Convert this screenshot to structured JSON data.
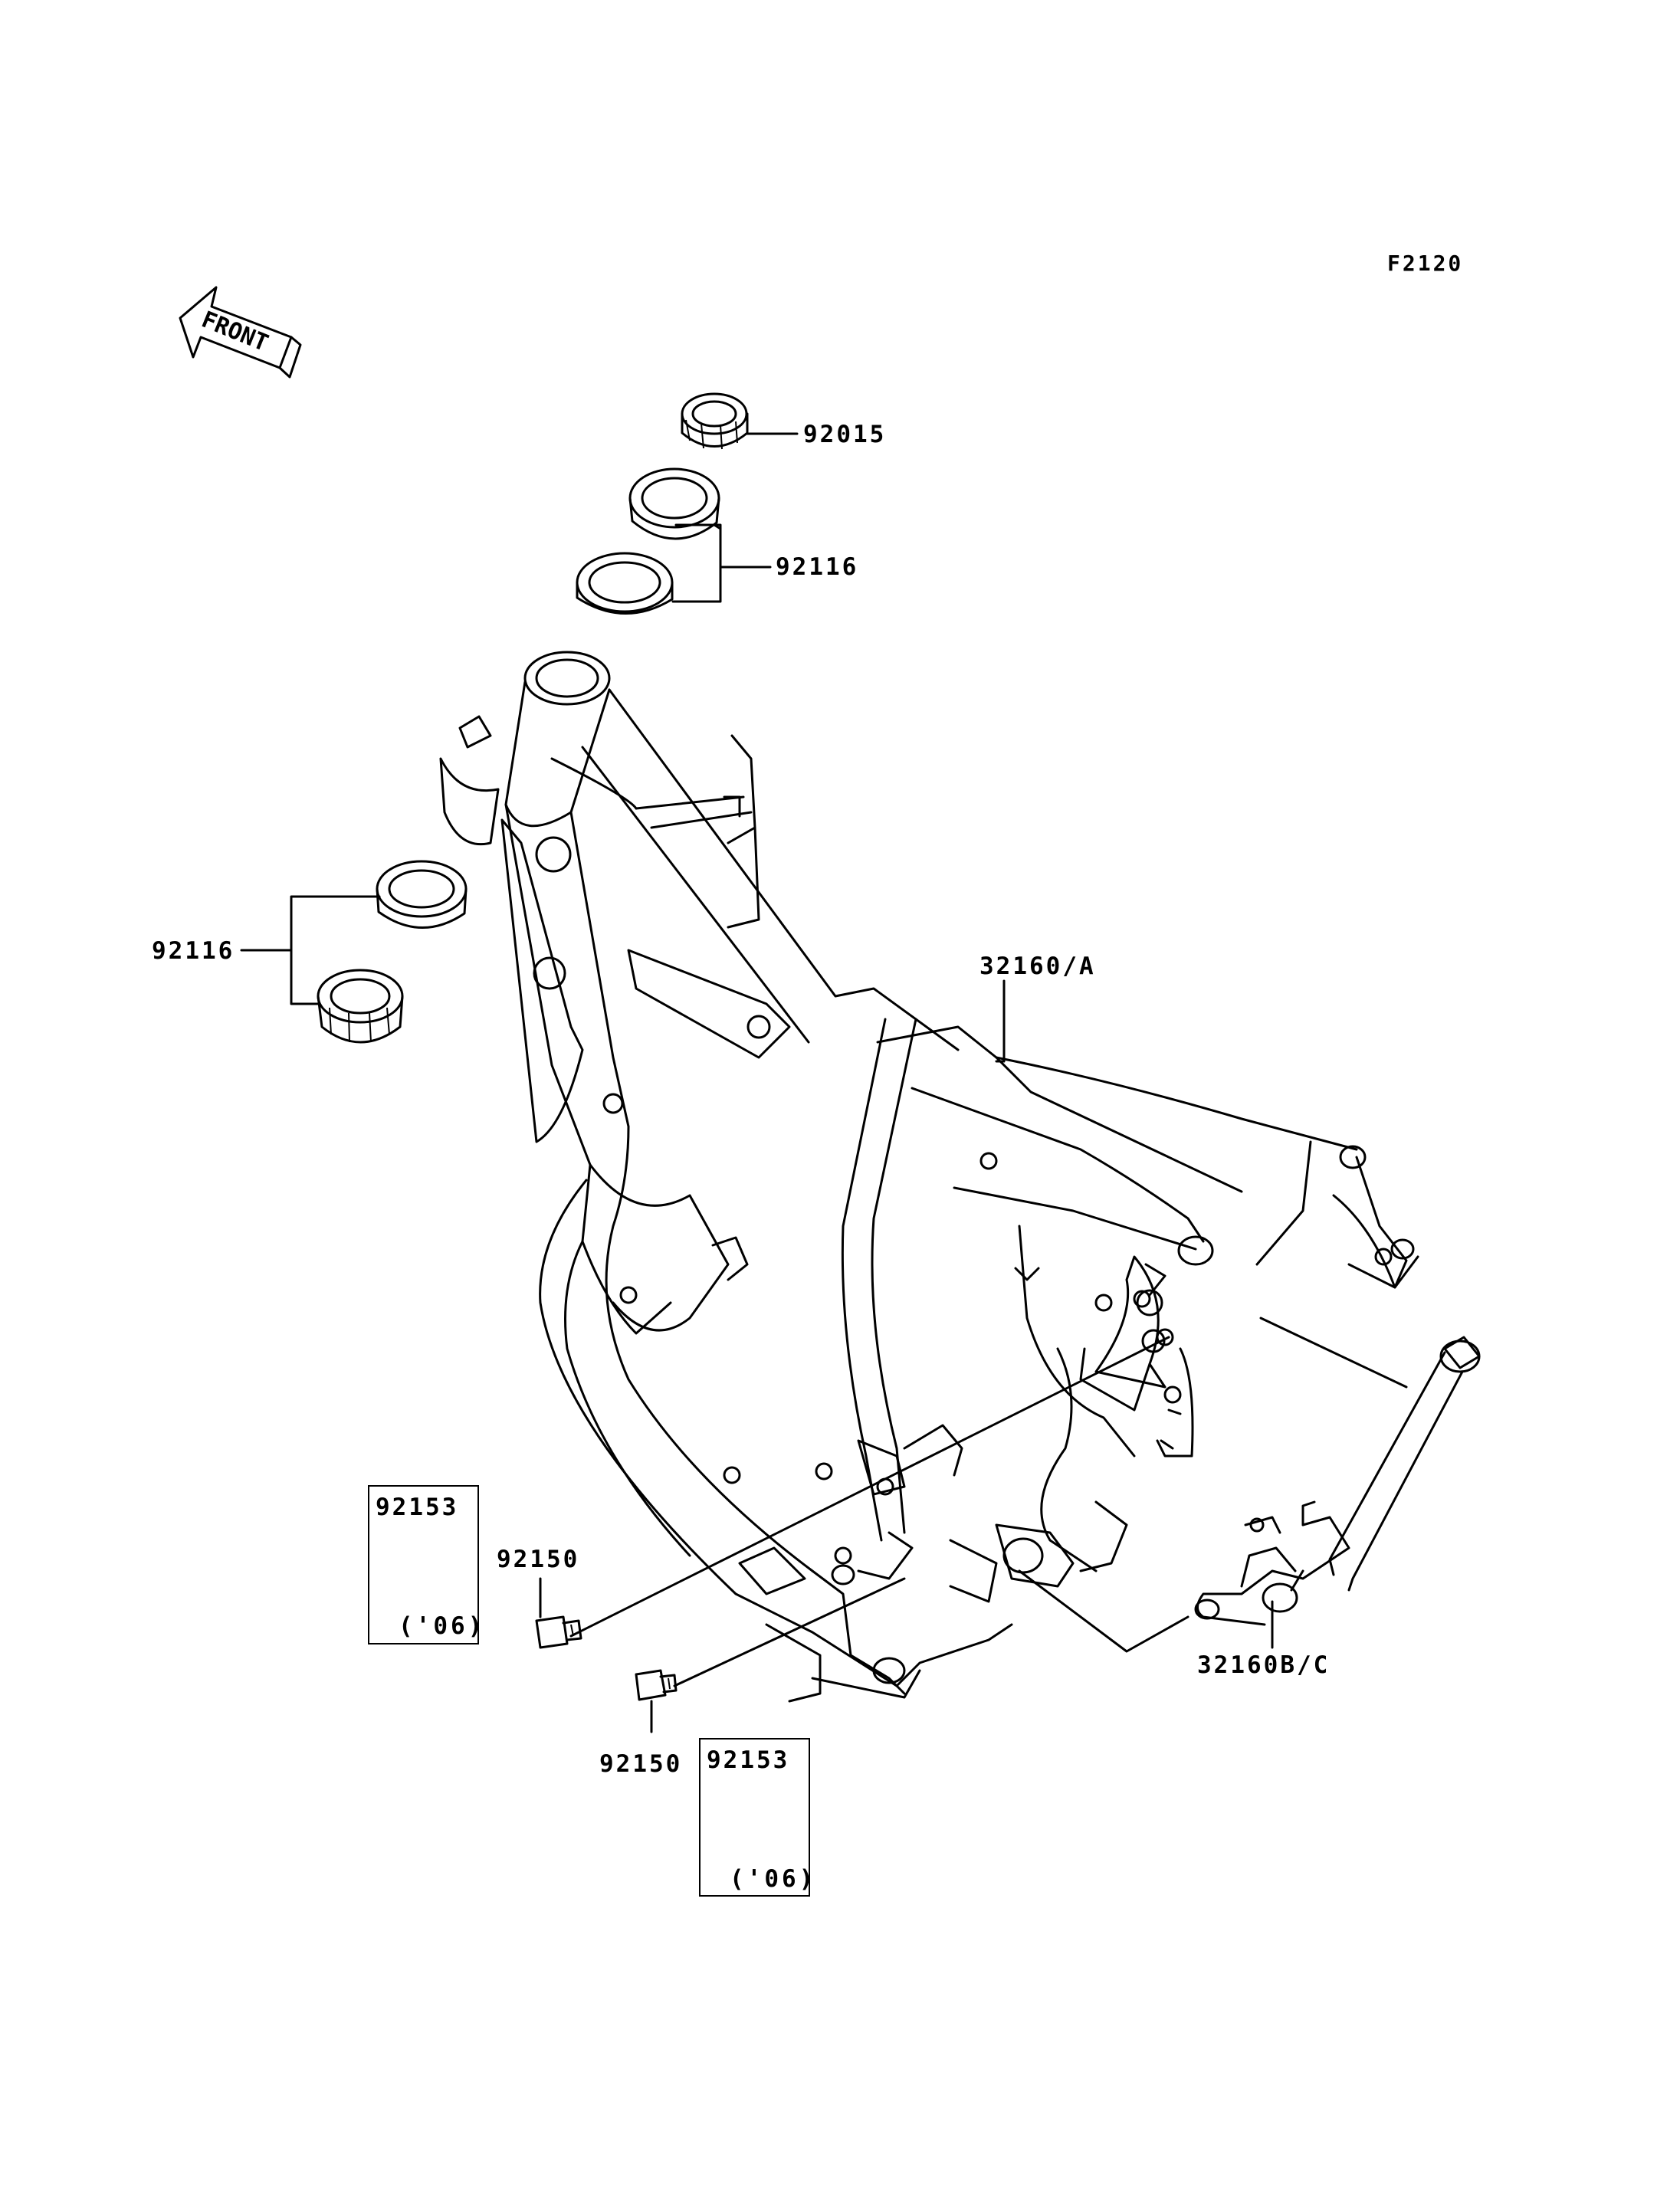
{
  "figure_code": "F2120",
  "front_arrow_label": "FRONT",
  "callouts": {
    "steering_nut": "92015",
    "upper_races": "92116",
    "lower_races": "92116",
    "frame_main": "32160/A",
    "frame_rear": "32160B/C",
    "bolt_left": "92150",
    "bolt_lower": "92150"
  },
  "inset_left": {
    "part_number": "92153",
    "year_note": "('06)"
  },
  "inset_bottom": {
    "part_number": "92153",
    "year_note": "('06)"
  },
  "colors": {
    "line": "#000000",
    "background": "#ffffff"
  }
}
